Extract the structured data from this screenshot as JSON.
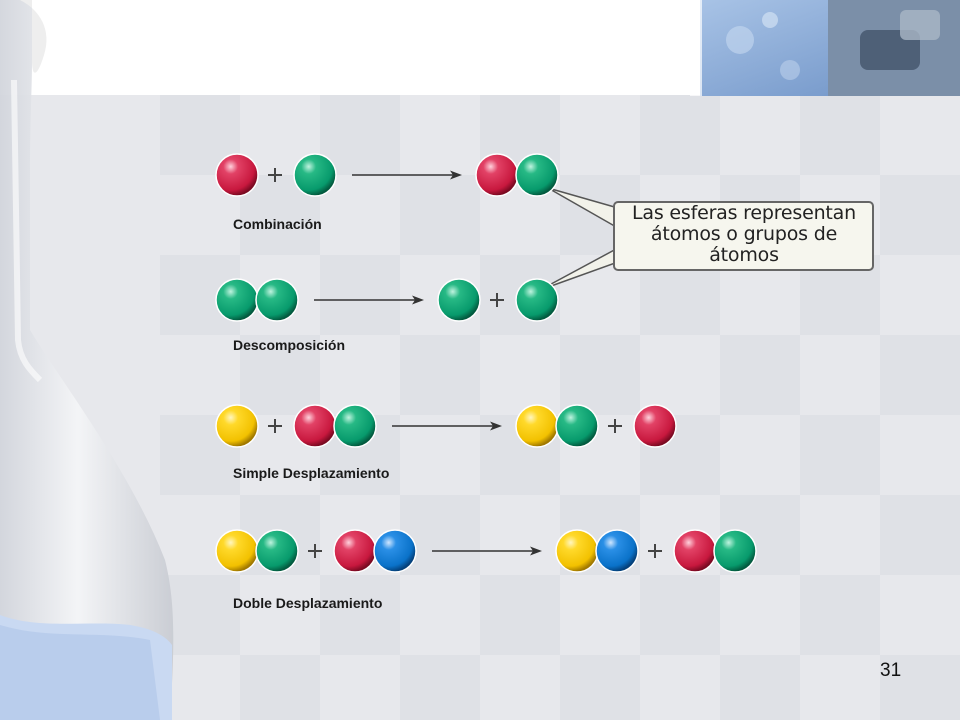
{
  "colors": {
    "red": "#c8183e",
    "green": "#079a6c",
    "yellow": "#f2c100",
    "blue": "#0a72c9"
  },
  "reactions": [
    {
      "label": "Combinación",
      "reactants": [
        [
          "red"
        ],
        [
          "green"
        ]
      ],
      "products": [
        [
          "red",
          "green"
        ]
      ]
    },
    {
      "label": "Descomposición",
      "reactants": [
        [
          "green",
          "green"
        ]
      ],
      "products": [
        [
          "green"
        ],
        [
          "green"
        ]
      ]
    },
    {
      "label": "Simple Desplazamiento",
      "reactants": [
        [
          "yellow"
        ],
        [
          "red",
          "green"
        ]
      ],
      "products": [
        [
          "yellow",
          "green"
        ],
        [
          "red"
        ]
      ]
    },
    {
      "label": "Doble Desplazamiento",
      "reactants": [
        [
          "yellow",
          "green"
        ],
        [
          "red",
          "blue"
        ]
      ],
      "products": [
        [
          "yellow",
          "blue"
        ],
        [
          "red",
          "green"
        ]
      ]
    }
  ],
  "callout": {
    "lines": [
      "Las esferas representan",
      "átomos o grupos de",
      "átomos"
    ]
  },
  "page_number": "31"
}
